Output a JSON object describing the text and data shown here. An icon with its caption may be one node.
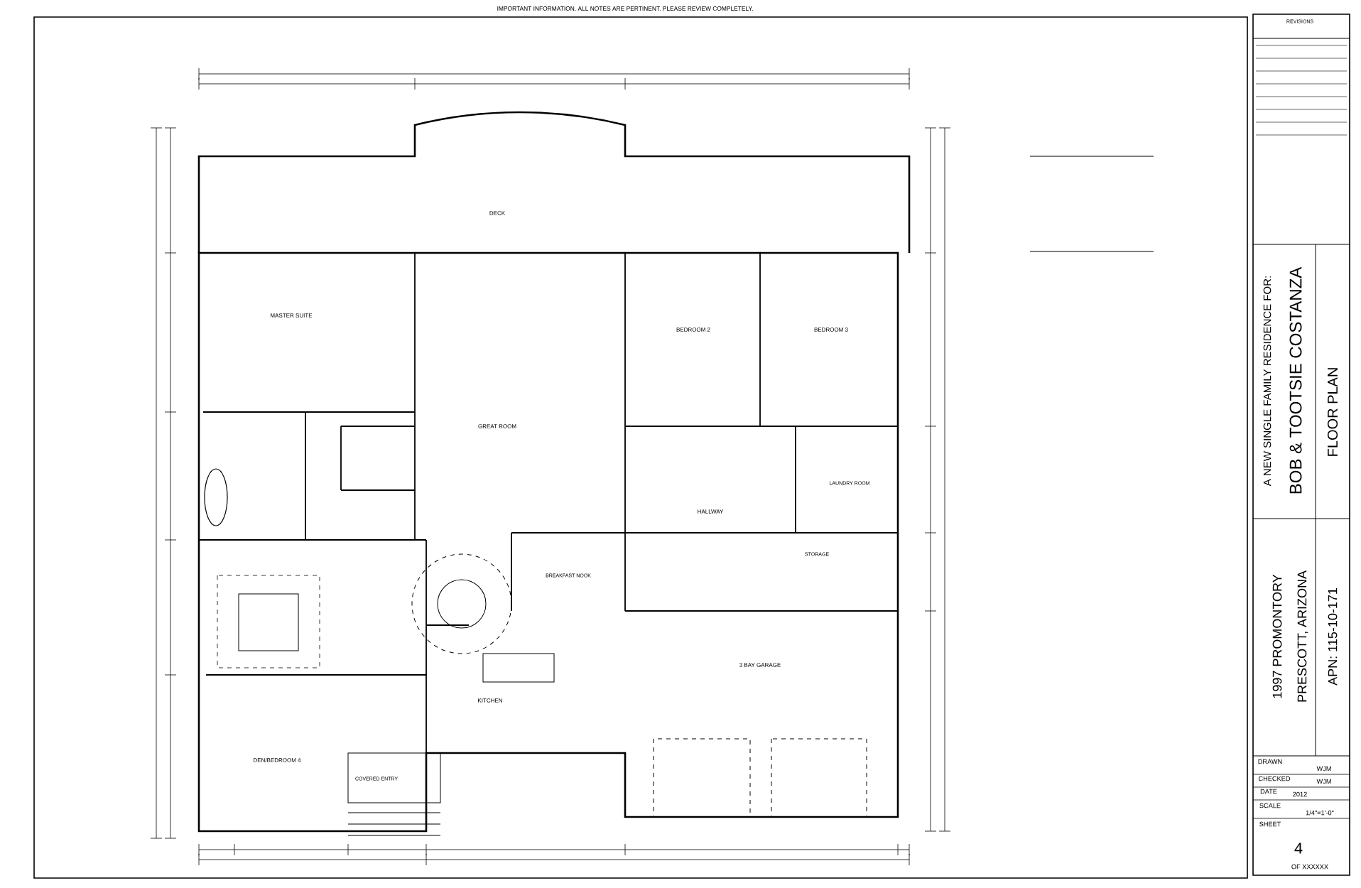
{
  "diagram": {
    "labels": [
      "IMPORTANT INFORMATION. ALL NOTES ARE PERTINENT. PLEASE REVIEW COMPLETELY.",
      "REVISIONS",
      "A NEW SINGLE FAMILY RESIDENCE FOR:",
      "BOB & TOOTSIE COSTANZA",
      "FLOOR PLAN",
      "1997 PROMONTORY",
      "PRESCOTT, ARIZONA",
      "APN: 115-10-171",
      "DRAWN",
      "WJM",
      "CHECKED",
      "WJM",
      "DATE",
      "2012",
      "SCALE",
      "1/4\"=1'-0\"",
      "SHEET",
      "4",
      "OF XXXXXX",
      "DECK",
      "MASTER SUITE",
      "GREAT ROOM",
      "BEDROOM 2",
      "BEDROOM 3",
      "HALLWAY",
      "LAUNDRY ROOM",
      "STORAGE",
      "3 BAY GARAGE",
      "KITCHEN",
      "BREAKFAST NOOK",
      "COVERED ENTRY",
      "DEN/BEDROOM 4"
    ]
  }
}
